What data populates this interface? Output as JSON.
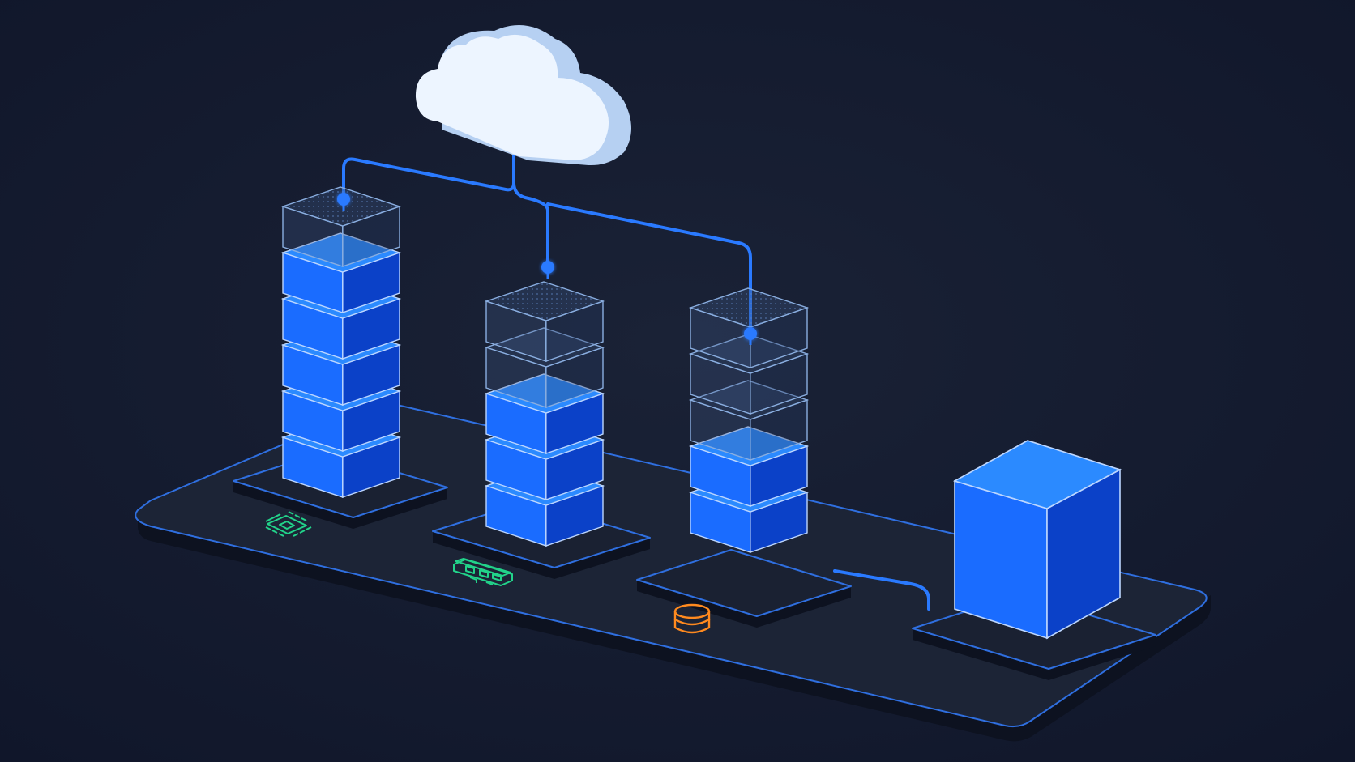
{
  "scene": {
    "background": "#141b2b",
    "colors": {
      "platform_top": "#1c2436",
      "platform_side": "#0d1220",
      "edge_line": "#2f6fe0",
      "connector": "#2a7aff",
      "block_top": "#2b8aff",
      "block_left": "#1a6cff",
      "block_right": "#0b41c8",
      "block_edge": "#bcd6ff",
      "empty_face": "rgba(70,95,140,0.28)",
      "empty_edge": "#8aaee0",
      "cloud_light": "#edf5ff",
      "cloud_shade": "#b6d0f2",
      "cpu_icon": "#22d38a",
      "memory_icon": "#22d38a",
      "storage_icon": "#ff8a1f"
    }
  },
  "stacks": [
    {
      "name": "stack-1",
      "filled": 5,
      "empty": 1
    },
    {
      "name": "stack-2",
      "filled": 3,
      "empty": 2
    },
    {
      "name": "stack-3",
      "filled": 2,
      "empty": 3
    }
  ],
  "nodes": [
    {
      "name": "stack-1-top-node"
    },
    {
      "name": "stack-2-top-node"
    },
    {
      "name": "stack-3-top-node"
    }
  ],
  "icons": [
    {
      "name": "cpu-chip-icon",
      "color_key": "cpu_icon"
    },
    {
      "name": "memory-module-icon",
      "color_key": "memory_icon"
    },
    {
      "name": "database-icon",
      "color_key": "storage_icon"
    }
  ]
}
